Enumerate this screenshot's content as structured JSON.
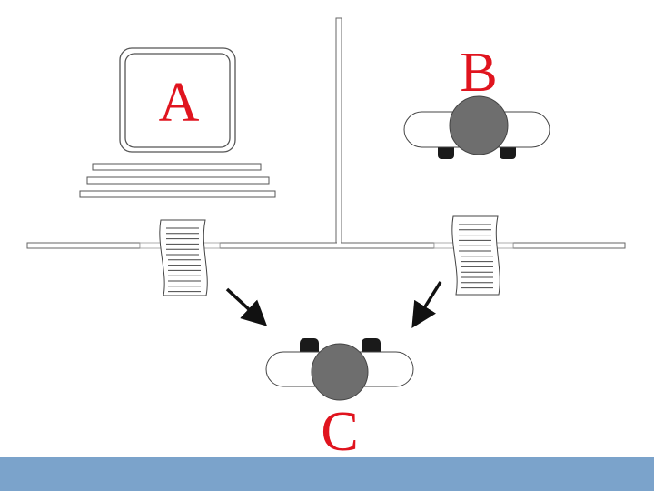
{
  "labels": {
    "a": "A",
    "b": "B",
    "c": "C"
  },
  "colors": {
    "label": "#e0141e",
    "head": "#6e6e6e",
    "band": "#7ba3cb"
  }
}
